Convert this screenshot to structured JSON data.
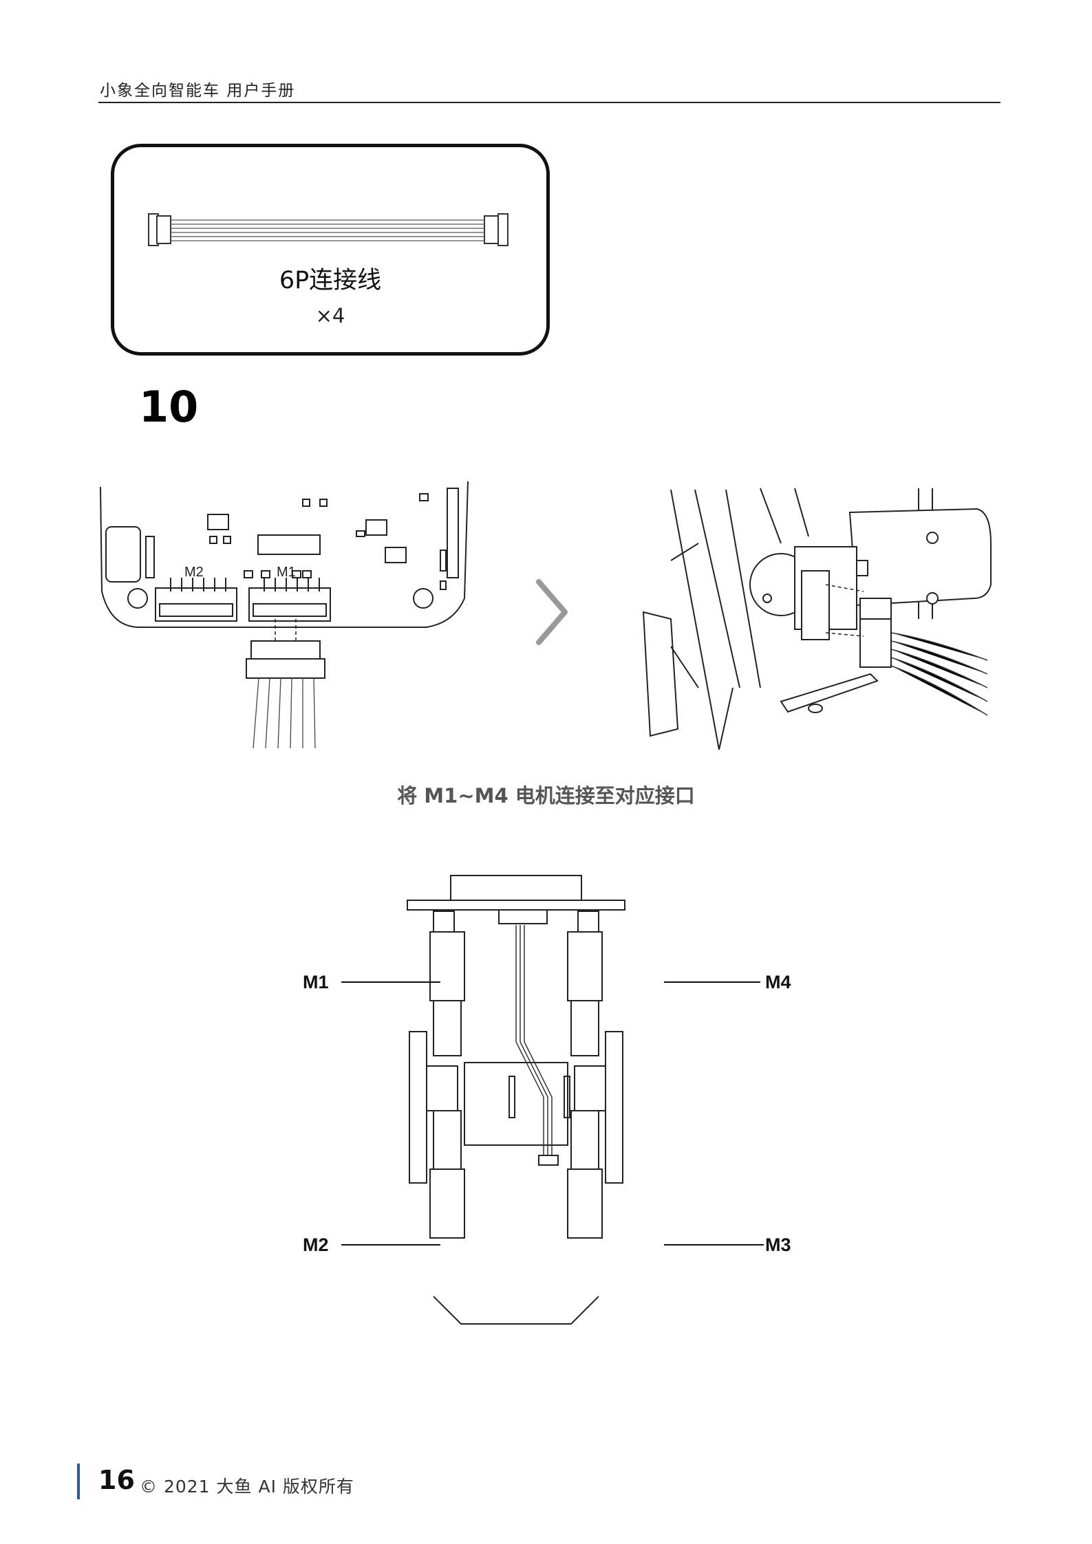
{
  "header": {
    "title": "小象全向智能车   用户手册"
  },
  "parts": {
    "cable_name": "6P连接线",
    "cable_qty": "×4"
  },
  "step": {
    "number": "10"
  },
  "board_labels": {
    "m2": "M2",
    "m1": "M1"
  },
  "caption": "将 M1~M4 电机连接至对应接口",
  "chassis_labels": {
    "m1": "M1",
    "m2": "M2",
    "m3": "M3",
    "m4": "M4"
  },
  "footer": {
    "page_number": "16",
    "copyright": "© 2021 大鱼 AI  版权所有",
    "accent_color": "#2a57a8"
  }
}
